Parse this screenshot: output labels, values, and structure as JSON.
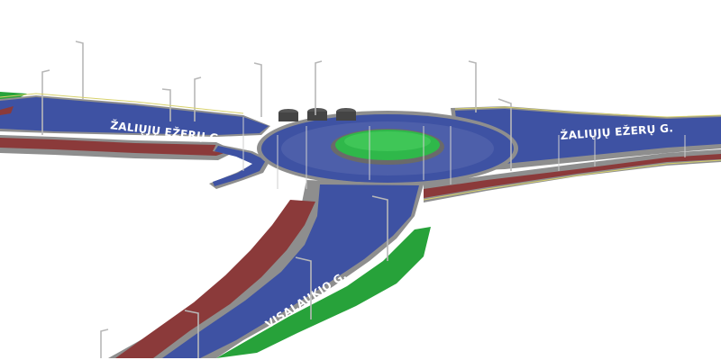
{
  "labels": {
    "west_road": "ŽALIŲJŲ EŽERŲ G.",
    "east_road": "ŽALIŲJŲ EŽERŲ G.",
    "south_road": "VISALAUKIO G."
  },
  "colors": {
    "asphalt": "#3e52a3",
    "bike_path": "#8b3a3a",
    "sidewalk": "#8e8e8e",
    "central_island": "#2fb84a",
    "island_rim": "#6a6a6a",
    "grass": "#27a23a",
    "lamp": "#b8b8b8"
  }
}
